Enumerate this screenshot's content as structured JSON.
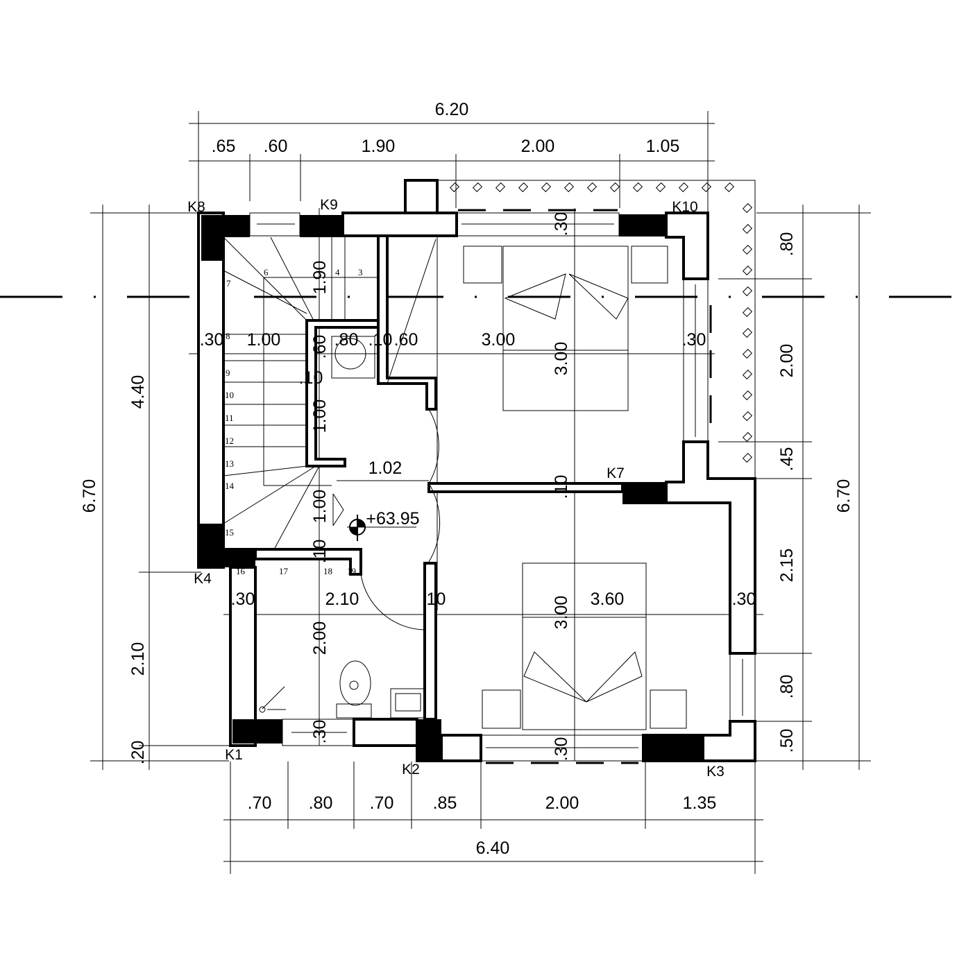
{
  "title": "Floor plan",
  "top_dims": {
    "overall": "6.20",
    "segments": [
      ".65",
      ".60",
      "1.90",
      "2.00",
      "1.05"
    ]
  },
  "bottom_dims": {
    "overall": "6.40",
    "segments": [
      ".70",
      ".80",
      ".70",
      ".85",
      "2.00",
      "1.35"
    ]
  },
  "left_dims": {
    "overall": "6.70",
    "segments": [
      "4.40",
      "2.10",
      ".20"
    ]
  },
  "right_dims": {
    "overall": "6.70",
    "segments": [
      ".80",
      "2.00",
      ".45",
      "2.15",
      ".80",
      ".50"
    ]
  },
  "columns": [
    "K8",
    "K9",
    "K10",
    "K7",
    "K4",
    "K1",
    "K2",
    "K3"
  ],
  "interior_dims": {
    "row1": [
      ".30",
      "1.00",
      ".80",
      ".10",
      ".60",
      "3.00",
      ".30"
    ],
    "row2": [
      ".30",
      "2.10",
      ".10",
      "3.60",
      ".30"
    ],
    "stair_vertical": [
      "1.90",
      ".60",
      ".10",
      "1.00",
      "1.00",
      ".10"
    ],
    "hall_width": "1.02",
    "bedroom1_depth": "3.00",
    "bedroom2_depth": "3.00",
    "window_top": ".30",
    "partition": ".10",
    "window_bottom": ".30",
    "bath_depth": "2.00",
    "bath_window": ".30"
  },
  "elevation": "+63.95",
  "stair_numbers": [
    "3",
    "4",
    "6",
    "7",
    "8",
    "9",
    "10",
    "11",
    "12",
    "13",
    "14",
    "15",
    "16",
    "17",
    "18",
    "19"
  ]
}
